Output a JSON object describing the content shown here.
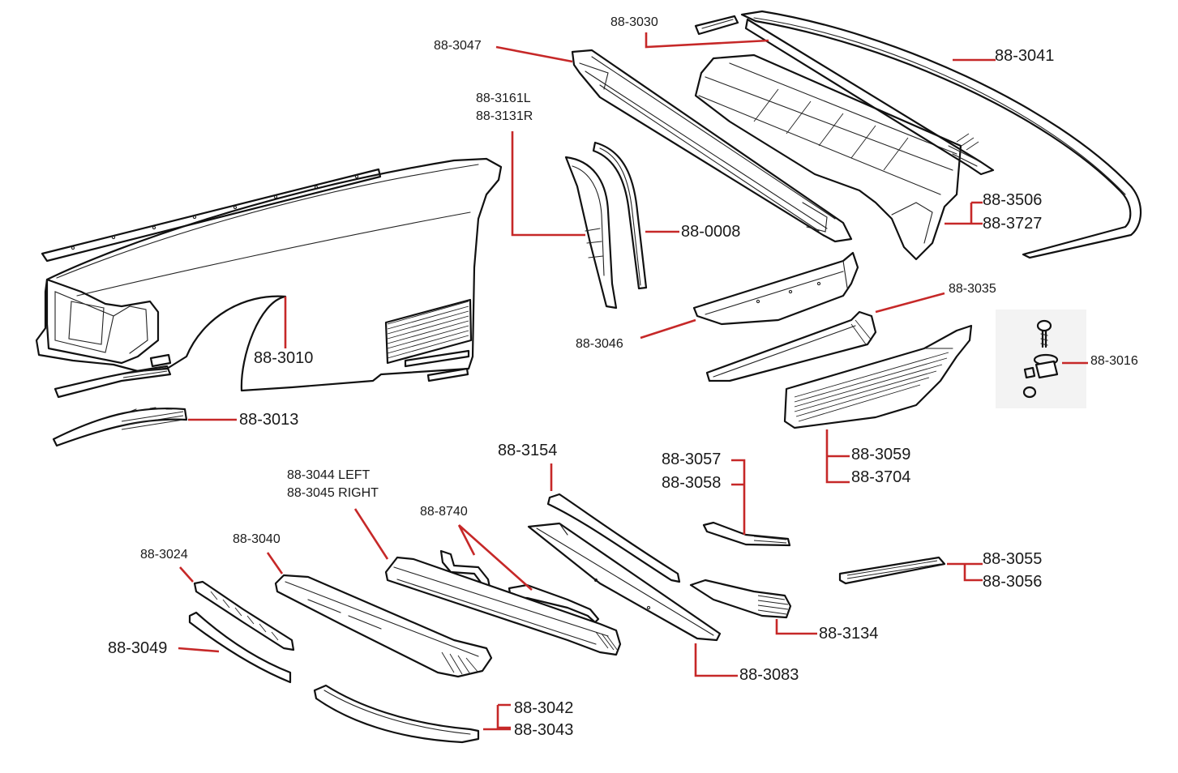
{
  "labels": {
    "p3030": "88-3030",
    "p3047": "88-3047",
    "p3041": "88-3041",
    "p3161L": "88-3161L",
    "p3131R": "88-3131R",
    "p3506": "88-3506",
    "p3727": "88-3727",
    "p0008": "88-0008",
    "p3035": "88-3035",
    "p3046": "88-3046",
    "p3016": "88-3016",
    "p3010": "88-3010",
    "p3013": "88-3013",
    "p3059": "88-3059",
    "p3704": "88-3704",
    "p3154": "88-3154",
    "p3057": "88-3057",
    "p3058": "88-3058",
    "p3044": "88-3044 LEFT",
    "p3045": "88-3045 RIGHT",
    "p8740": "88-8740",
    "p3040": "88-3040",
    "p3024": "88-3024",
    "p3055": "88-3055",
    "p3056": "88-3056",
    "p3049": "88-3049",
    "p3134": "88-3134",
    "p3083": "88-3083",
    "p3042": "88-3042",
    "p3043": "88-3043"
  },
  "colors": {
    "leader": "#c62828",
    "outline": "#111111",
    "text": "#1a1a1a",
    "background": "#ffffff"
  }
}
